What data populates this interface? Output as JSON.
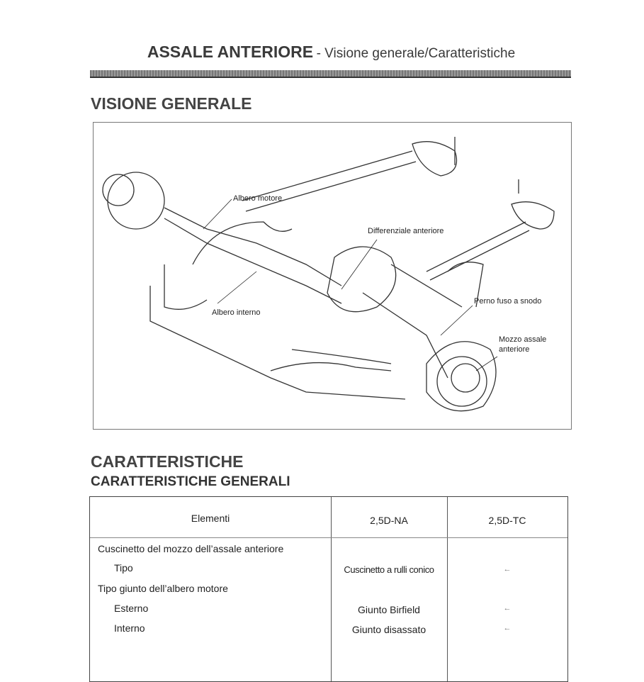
{
  "header": {
    "title": "ASSALE ANTERIORE",
    "subtitle": "- Visione generale/Caratteristiche"
  },
  "section1": {
    "title": "VISIONE GENERALE"
  },
  "diagram": {
    "labels": {
      "albero_motore": "Albero motore",
      "differenziale": "Differenziale anteriore",
      "albero_interno": "Albero interno",
      "perno": "Perno fuso a snodo",
      "mozzo_1": "Mozzo assale",
      "mozzo_2": "anteriore"
    }
  },
  "section2": {
    "title": "CARATTERISTICHE",
    "subtitle": "CARATTERISTICHE GENERALI"
  },
  "table": {
    "headers": [
      "Elementi",
      "2,5D-NA",
      "2,5D-TC"
    ],
    "rows": [
      {
        "item": "Cuscinetto del mozzo dell’assale anteriore",
        "na": "",
        "tc": ""
      },
      {
        "item": "Tipo",
        "na": "Cuscinetto a rulli conico",
        "tc": "←"
      },
      {
        "item": "Tipo giunto dell’albero motore",
        "na": "",
        "tc": ""
      },
      {
        "item": "Esterno",
        "na": "Giunto Birfield",
        "tc": "←"
      },
      {
        "item": "Interno",
        "na": "Giunto disassato",
        "tc": "←"
      }
    ]
  }
}
